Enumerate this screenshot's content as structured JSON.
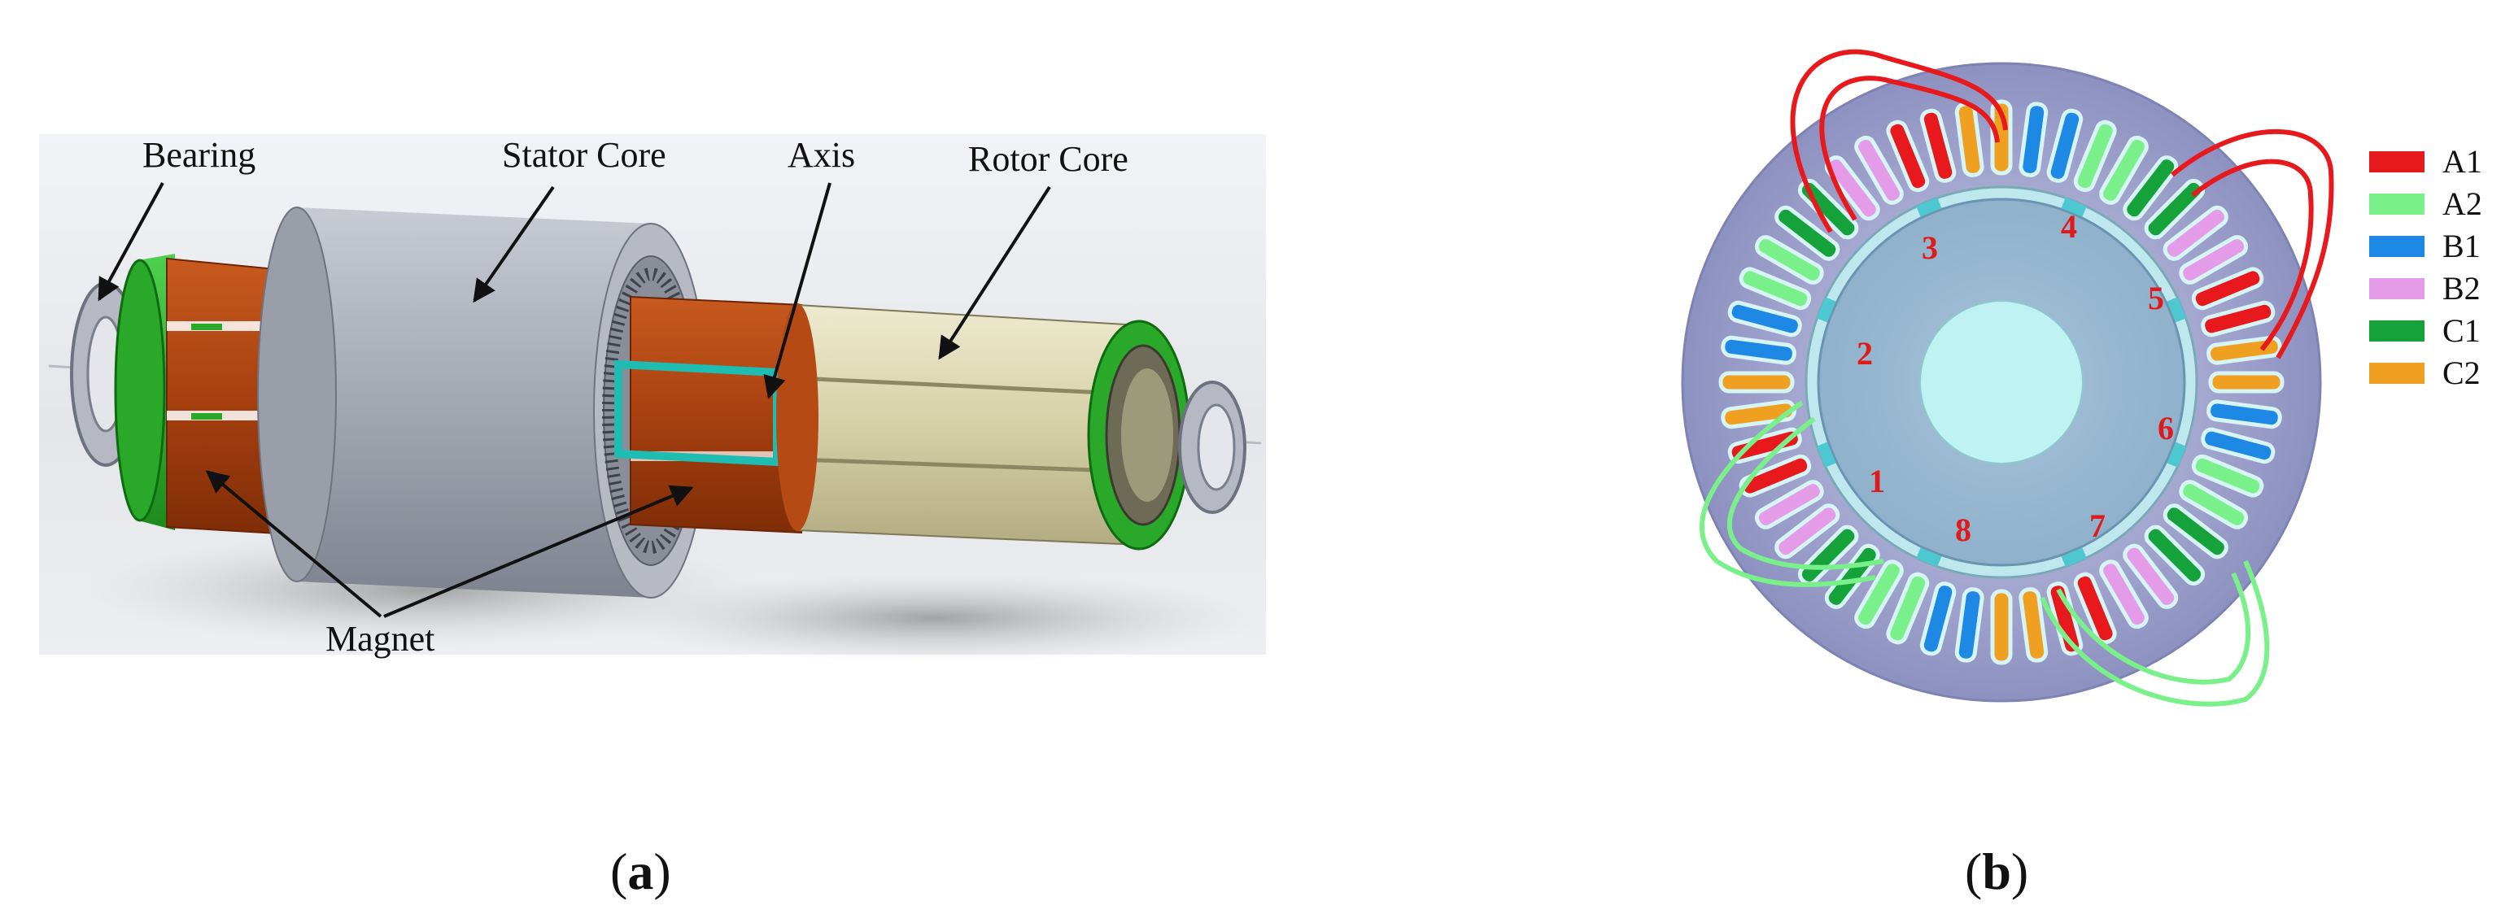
{
  "panel_a": {
    "labels": {
      "bearing": "Bearing",
      "stator_core": "Stator Core",
      "axis": "Axis",
      "rotor_core": "Rotor Core",
      "magnet": "Magnet"
    },
    "caption": "a"
  },
  "panel_b": {
    "pole_numbers": [
      "1",
      "2",
      "3",
      "4",
      "5",
      "6",
      "7",
      "8"
    ],
    "legend": [
      {
        "label": "A1",
        "color": "#e8191c"
      },
      {
        "label": "A2",
        "color": "#7af08a"
      },
      {
        "label": "B1",
        "color": "#1e88e5"
      },
      {
        "label": "B2",
        "color": "#e49be8"
      },
      {
        "label": "C1",
        "color": "#16a23a"
      },
      {
        "label": "C2",
        "color": "#f0a020"
      }
    ],
    "caption": "b"
  }
}
